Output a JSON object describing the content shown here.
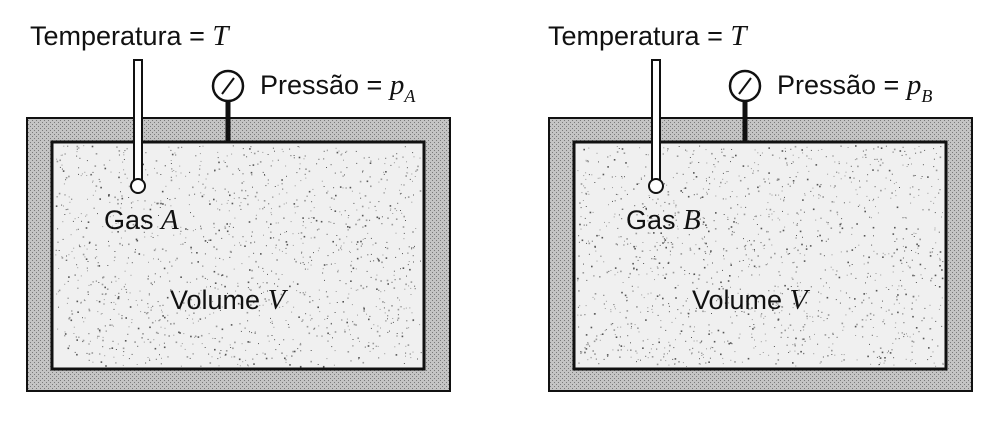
{
  "diagram": {
    "panels": [
      {
        "id": "A",
        "temperature_label": "Temperatura =",
        "temperature_symbol": "T",
        "pressure_label": "Pressão =",
        "pressure_symbol": "p",
        "pressure_subscript": "A",
        "gas_label": "Gas",
        "gas_symbol": "A",
        "volume_label": "Volume",
        "volume_symbol": "V"
      },
      {
        "id": "B",
        "temperature_label": "Temperatura =",
        "temperature_symbol": "T",
        "pressure_label": "Pressão =",
        "pressure_symbol": "p",
        "pressure_subscript": "B",
        "gas_label": "Gas",
        "gas_symbol": "B",
        "volume_label": "Volume",
        "volume_symbol": "V"
      }
    ],
    "colors": {
      "ink": "#111111",
      "wall_fill": "#bdbdbd",
      "gas_fill": "#efefef",
      "background": "#ffffff"
    }
  }
}
